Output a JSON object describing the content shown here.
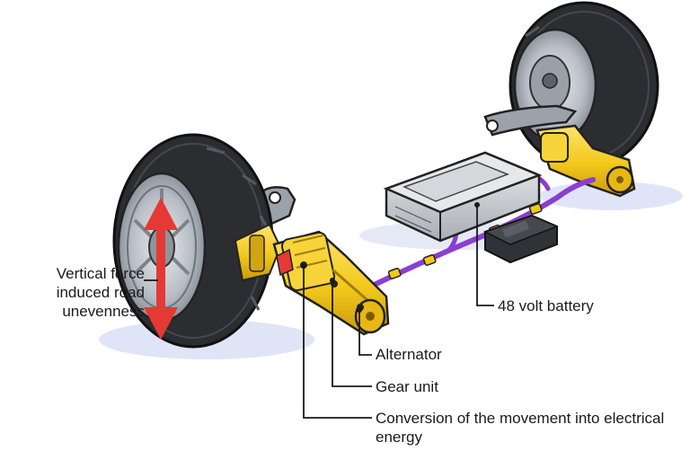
{
  "labels": {
    "vertical_force": [
      "Vertical force",
      "induced road",
      "unevenness"
    ],
    "battery": "48 volt battery",
    "alternator": "Alternator",
    "gear_unit": "Gear unit",
    "conversion": "Conversion of the movement into electrical energy"
  },
  "colors": {
    "tire": "#2b2d31",
    "rim": "#b9bec6",
    "alternator": "#f2c81a",
    "alternator_shade": "#c99a0c",
    "cable": "#8a3fd1",
    "arrow": "#e53935",
    "battery": "#cfd3d8",
    "ground_shadow": "#d7def5"
  }
}
